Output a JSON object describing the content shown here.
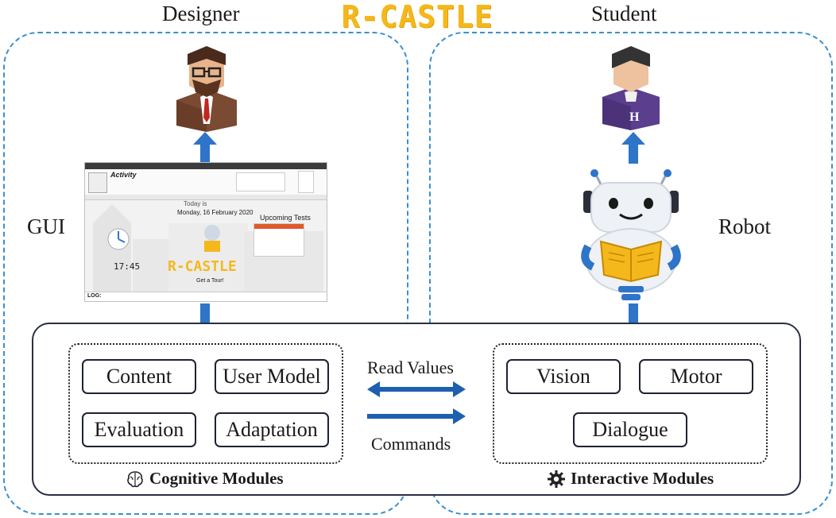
{
  "header": {
    "designer_label": "Designer",
    "student_label": "Student",
    "logo_text": "R-CASTLE"
  },
  "left_panel": {
    "side_label": "GUI"
  },
  "right_panel": {
    "side_label": "Robot"
  },
  "gui_screenshot": {
    "activity_label": "Activity",
    "today_label": "Today is",
    "date_text": "Monday, 16 February 2020",
    "upcoming_label": "Upcoming Tests",
    "clock_text": "17:45",
    "logo_text": "R-CASTLE",
    "tour_text": "Get a Tour!",
    "log_text": "LOG:"
  },
  "cognitive": {
    "caption": "Cognitive Modules",
    "modules": [
      "Content",
      "User Model",
      "Evaluation",
      "Adaptation"
    ]
  },
  "interactive": {
    "caption": "Interactive Modules",
    "modules": [
      "Vision",
      "Motor",
      "Dialogue"
    ]
  },
  "exchange": {
    "read_values": "Read Values",
    "commands": "Commands"
  },
  "colors": {
    "dashed_border": "#3a8fd0",
    "arrow_blue": "#2e74c9",
    "logo_yellow": "#f5b81c",
    "box_border": "#2a2e45"
  }
}
